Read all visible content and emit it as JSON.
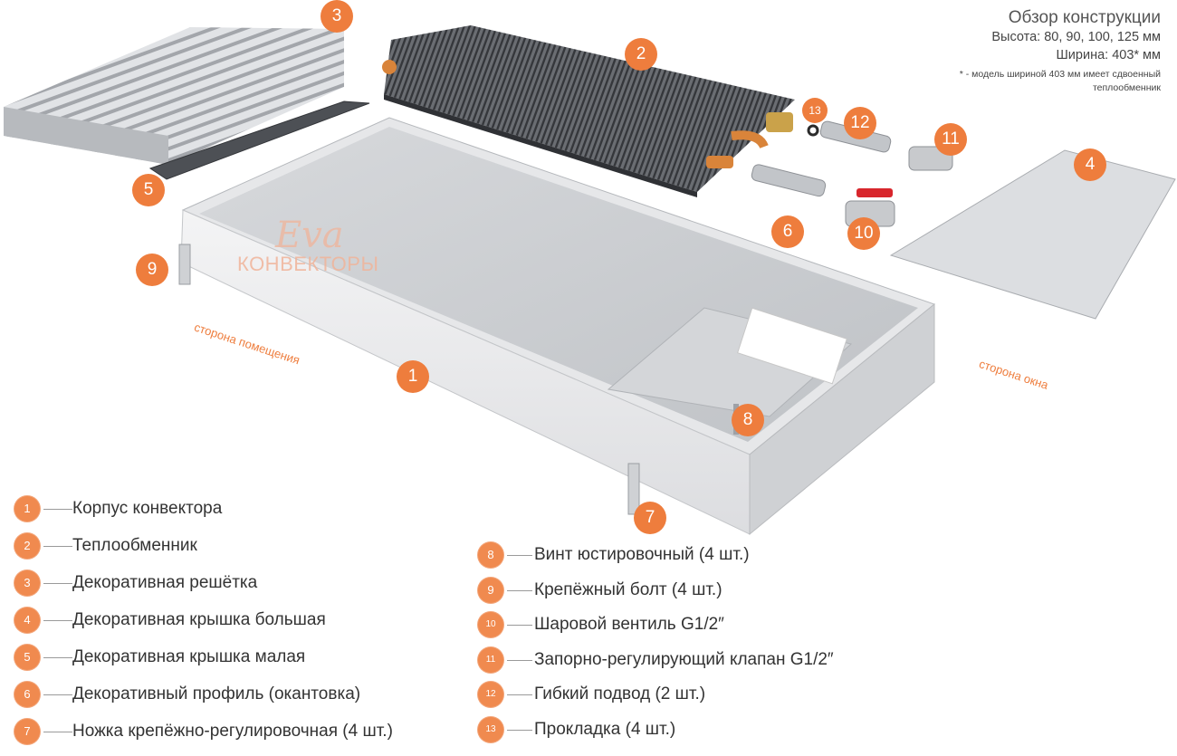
{
  "header": {
    "title": "Обзор конструкции",
    "height": "Высота: 80, 90, 100, 125 мм",
    "width": "Ширина: 403* мм",
    "note_line1": "* -   модель шириной 403 мм имеет сдвоенный",
    "note_line2": "теплообменник"
  },
  "brand": {
    "logo": "Eva",
    "sub": "КОНВЕКТОРЫ"
  },
  "sides": {
    "room": "сторона помещения",
    "window": "сторона окна"
  },
  "callouts": [
    "1",
    "2",
    "3",
    "4",
    "5",
    "6",
    "7",
    "8",
    "9",
    "10",
    "11",
    "12",
    "13"
  ],
  "legend_left": [
    {
      "num": "1",
      "label": "Корпус конвектора"
    },
    {
      "num": "2",
      "label": "Теплообменник"
    },
    {
      "num": "3",
      "label": "Декоративная решётка"
    },
    {
      "num": "4",
      "label": "Декоративная крышка большая"
    },
    {
      "num": "5",
      "label": "Декоративная крышка малая"
    },
    {
      "num": "6",
      "label": "Декоративный профиль (окантовка)"
    },
    {
      "num": "7",
      "label": "Ножка крепёжно-регулировочная (4 шт.)"
    }
  ],
  "legend_right": [
    {
      "num": "8",
      "label": "Винт юстировочный (4 шт.)"
    },
    {
      "num": "9",
      "label": "Крепёжный болт (4 шт.)"
    },
    {
      "num": "10",
      "label": "Шаровой вентиль G1/2″"
    },
    {
      "num": "11",
      "label": "Запорно-регулирующий клапан G1/2″"
    },
    {
      "num": "12",
      "label": "Гибкий подвод (2 шт.)"
    },
    {
      "num": "13",
      "label": "Прокладка (4 шт.)"
    }
  ],
  "colors": {
    "accent": "#ee7d3d",
    "metal": "#c9cbcf",
    "dark_metal": "#4a4d52",
    "copper": "#d9843a"
  }
}
